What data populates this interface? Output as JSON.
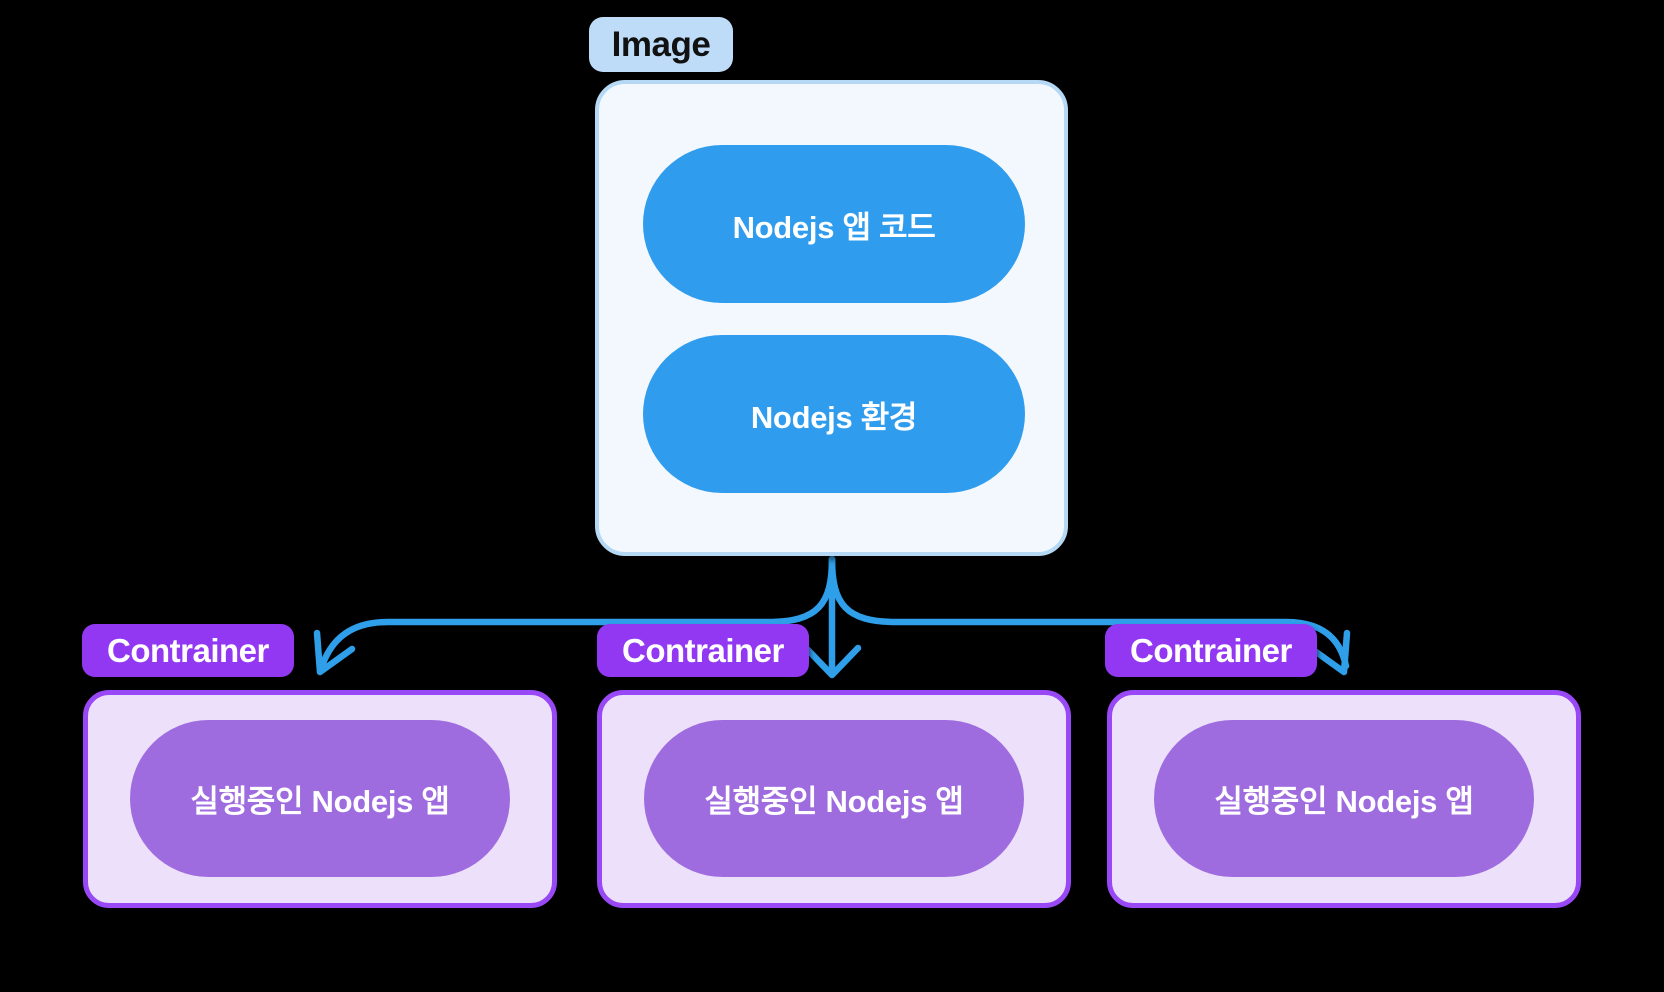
{
  "image_group": {
    "tag": "Image",
    "blocks": [
      "Nodejs 앱 코드",
      "Nodejs 환경"
    ]
  },
  "containers": [
    {
      "tag": "Contrainer",
      "app": "실행중인 Nodejs 앱"
    },
    {
      "tag": "Contrainer",
      "app": "실행중인 Nodejs 앱"
    },
    {
      "tag": "Contrainer",
      "app": "실행중인 Nodejs 앱"
    }
  ],
  "colors": {
    "bg": "#000000",
    "arrow-blue": "#2f9fe9",
    "image-label-bg": "#bedcf7",
    "image-label-text": "#111111",
    "image-box-bg": "#f2f8fe",
    "image-box-border": "#b5d9f4",
    "node-pill-bg": "#2f9cee",
    "node-pill-text": "#ffffff",
    "container-label-bg": "#9238f3",
    "container-label-text": "#ffffff",
    "container-bg": "#ede0fb",
    "container-border": "#9948f5",
    "app-pill-bg": "#9f6ce0",
    "app-pill-text": "#ffffff"
  }
}
